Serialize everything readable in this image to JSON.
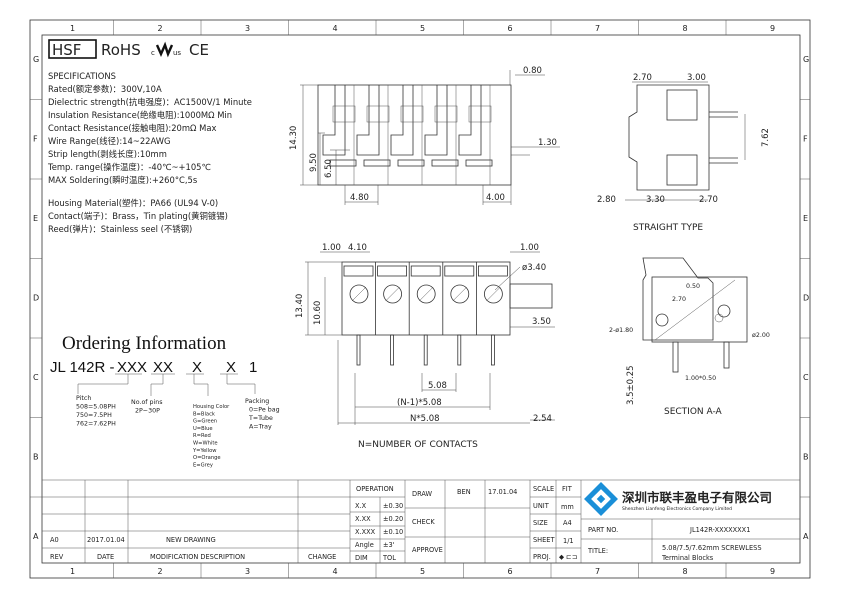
{
  "frame": {
    "columns": [
      "1",
      "2",
      "3",
      "4",
      "5",
      "6",
      "7",
      "8",
      "9"
    ],
    "rows": [
      "G",
      "F",
      "E",
      "D",
      "C",
      "B",
      "A"
    ]
  },
  "certs": {
    "hsf": "HSF",
    "rohs": "RoHS",
    "ul_c": "c",
    "ul_us": "us",
    "ce": "CE"
  },
  "specifications": {
    "heading": "SPECIFICATIONS",
    "lines": [
      "Rated(额定参数)：300V,10A",
      "Dielectric  strength(抗电强度)：AC1500V/1  Minute",
      "Insulation  Resistance(绝缘电阻):1000MΩ  Min",
      "Contact  Resistance(接触电阻):20mΩ  Max",
      "Wire  Range(线径):14~22AWG",
      "Strip  length(剥线长度):10mm",
      "Temp.  range(操作温度)：-40℃~+105℃",
      "MAX  Soldering(瞬时温度):+260°C,5s"
    ],
    "materials": [
      "Housing  Material(塑件)：PA66  (UL94  V-0)",
      "Contact(端子)：Brass，Tin  plating(黄铜镀锡)",
      "Reed(弹片)：Stainless  seel  (不锈钢)"
    ]
  },
  "ordering": {
    "title": "Ordering Information",
    "code_prefix": "JL 142R -",
    "code_parts": [
      "XXX",
      "XX",
      "X",
      "X",
      "1"
    ],
    "pitch": [
      "Pitch",
      "508=5.08PH",
      "750=7.5PH",
      "762=7.62PH"
    ],
    "pins": [
      "No.of  pins",
      "2P~30P"
    ],
    "color": [
      "Housing  Color",
      "B=Black",
      "G=Green",
      "U=Blue",
      "R=Red",
      "W=White",
      "Y=Yellow",
      "O=Orange",
      "E=Grey"
    ],
    "packing": [
      "Packing",
      "0=Pe  bag",
      "T=Tube",
      "A=Tray"
    ]
  },
  "drawing": {
    "top_dims": {
      "d080": "0.80",
      "d1430": "14.30",
      "d950": "9.50",
      "d650": "6.50",
      "d130": "1.30",
      "d480": "4.80",
      "d400": "4.00"
    },
    "side_dims": {
      "d270a": "2.70",
      "d300": "3.00",
      "d762": "7.62",
      "d280": "2.80",
      "d330": "3.30",
      "d270b": "2.70"
    },
    "straight_label": "STRAIGHT  TYPE",
    "front_dims": {
      "d100a": "1.00",
      "d410": "4.10",
      "d100b": "1.00",
      "d340": "ø3.40",
      "d1340": "13.40",
      "d1060": "10.60",
      "d350": "3.50",
      "d508": "5.08",
      "n1": "(N-1)*5.08",
      "n": "N*5.08",
      "d254": "2.54"
    },
    "contacts_label": "N=NUMBER  OF  CONTACTS",
    "section_dims": {
      "d050": "0.50",
      "d270": "2.70",
      "d180": "2-ø1.80",
      "d200": "ø2.00",
      "d100x050": "1.00*0.50",
      "d35": "3.5±0.25"
    },
    "section_label": "SECTION  A-A"
  },
  "title_block": {
    "revision": {
      "rev": "A0",
      "date": "2017.01.04",
      "description": "NEW  DRAWING"
    },
    "headers": {
      "rev": "REV",
      "date": "DATE",
      "desc": "MODIFICATION  DESCRIPTION",
      "change": "CHANGE"
    },
    "operation": "OPERATION",
    "tolerances": [
      [
        "X.X",
        "±0.30"
      ],
      [
        "X.XX",
        "±0.20"
      ],
      [
        "X.XXX",
        "±0.10"
      ],
      [
        "Angle",
        "±3'"
      ],
      [
        "DIM",
        "TOL"
      ]
    ],
    "draw": "DRAW",
    "check": "CHECK",
    "approve": "APPROVE",
    "drawer": "BEN",
    "draw_date": "17.01.04",
    "scale_label": "SCALE",
    "scale": "FIT",
    "unit_label": "UNIT",
    "unit": "mm",
    "size_label": "SIZE",
    "size": "A4",
    "sheet_label": "SHEET",
    "sheet": "1/1",
    "proj_label": "PROJ.",
    "proj": "◆ ⊏⊐",
    "company_cn": "深圳市联丰盈电子有限公司",
    "company_en": "Shenzhen Lianfeng Electronics Company Limited",
    "part_no_label": "PART  NO.",
    "part_no": "JL142R-XXXXXXX1",
    "title_label": "TITLE:",
    "title_1": "5.08/7.5/7.62mm  SCREWLESS",
    "title_2": "Terminal  Blocks",
    "brand_color": "#1a8fd8"
  }
}
